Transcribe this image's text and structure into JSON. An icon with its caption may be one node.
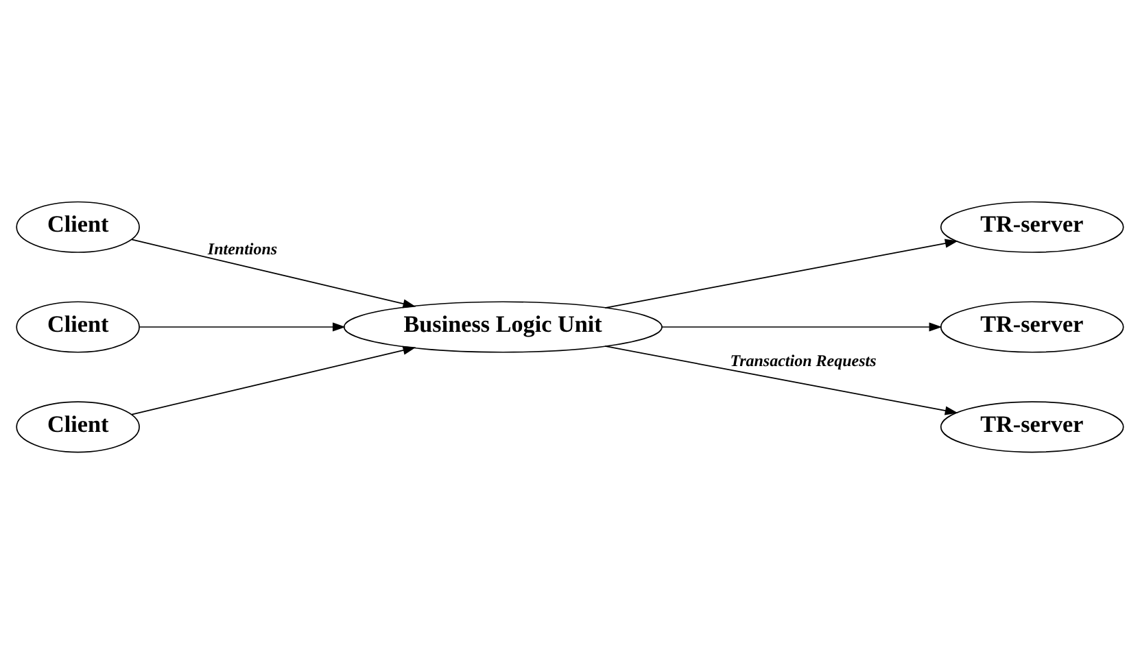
{
  "diagram": {
    "nodes": [
      {
        "text": [
          "Client"
        ]
      },
      {
        "text": [
          "Client"
        ]
      },
      {
        "text": [
          "Client"
        ]
      },
      {
        "text": [
          "Business Logic Unit"
        ]
      },
      {
        "text": [
          "TR-server"
        ]
      },
      {
        "text": [
          "TR-server"
        ]
      },
      {
        "text": [
          "TR-server"
        ]
      }
    ],
    "edges": [
      {
        "from": 0,
        "to": 3,
        "arrow": "to",
        "label": "Intentions"
      },
      {
        "from": 1,
        "to": 3,
        "arrow": "to"
      },
      {
        "from": 2,
        "to": 3,
        "arrow": "to"
      },
      {
        "from": 3,
        "to": 4,
        "arrow": "to"
      },
      {
        "from": 3,
        "to": 5,
        "arrow": "to"
      },
      {
        "from": 3,
        "to": 6,
        "arrow": "to",
        "label": "Transaction Requests"
      }
    ]
  }
}
